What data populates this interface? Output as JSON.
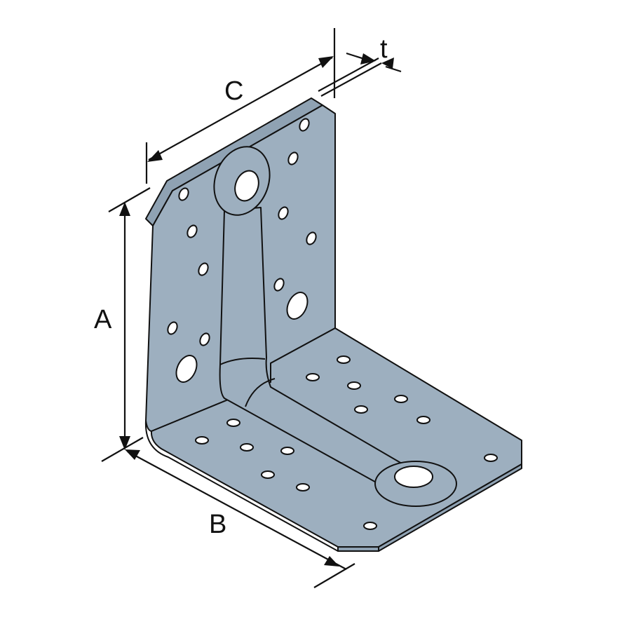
{
  "diagram": {
    "subject": "angle bracket with reinforcing rib",
    "colors": {
      "plate": "#9dafbf",
      "outline": "#111111",
      "background": "#ffffff"
    },
    "dimensions": {
      "A": "A",
      "B": "B",
      "C": "C",
      "t": "t"
    }
  }
}
